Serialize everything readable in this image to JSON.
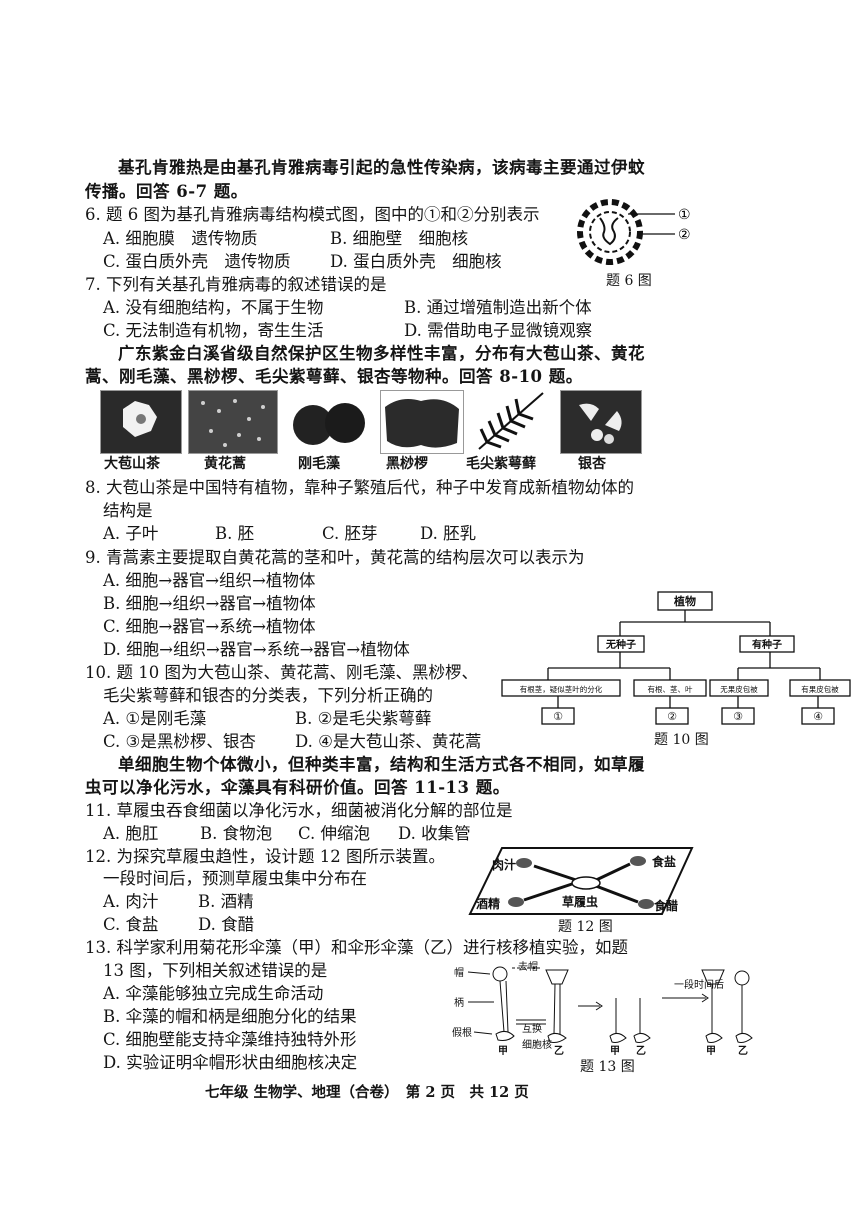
{
  "intro1": {
    "l1": "基孔肯雅热是由基孔肯雅病毒引起的急性传染病，该病毒主要通过伊蚊",
    "l2": "传播。回答 6-7 题。"
  },
  "q6": {
    "stem": "6. 题 6 图为基孔肯雅病毒结构模式图，图中的①和②分别表示",
    "options": [
      "A. 细胞膜　遗传物质",
      "B. 细胞壁　细胞核",
      "C. 蛋白质外壳　遗传物质",
      "D. 蛋白质外壳　细胞核"
    ],
    "figure": {
      "labels": [
        "①",
        "②"
      ],
      "caption": "题 6 图"
    }
  },
  "q7": {
    "stem": "7. 下列有关基孔肯雅病毒的叙述错误的是",
    "options": [
      "A. 没有细胞结构，不属于生物",
      "B. 通过增殖制造出新个体",
      "C. 无法制造有机物，寄生生活",
      "D. 需借助电子显微镜观察"
    ]
  },
  "intro2": {
    "l1": "广东紫金白溪省级自然保护区生物多样性丰富，分布有大苞山茶、黄花",
    "l2": "蒿、刚毛藻、黑桫椤、毛尖紫萼藓、银杏等物种。回答 8-10 题。"
  },
  "species": [
    "大苞山茶",
    "黄花蒿",
    "刚毛藻",
    "黑桫椤",
    "毛尖紫萼藓",
    "银杏"
  ],
  "q8": {
    "stem1": "8. 大苞山茶是中国特有植物，靠种子繁殖后代，种子中发育成新植物幼体的",
    "stem2": "结构是",
    "options": [
      "A. 子叶",
      "B. 胚",
      "C. 胚芽",
      "D. 胚乳"
    ]
  },
  "q9": {
    "stem": "9. 青蒿素主要提取自黄花蒿的茎和叶，黄花蒿的结构层次可以表示为",
    "options": [
      "A. 细胞→器官→组织→植物体",
      "B. 细胞→组织→器官→植物体",
      "C. 细胞→器官→系统→植物体",
      "D. 细胞→组织→器官→系统→器官→植物体"
    ]
  },
  "q10": {
    "stem1": "10. 题 10 图为大苞山茶、黄花蒿、刚毛藻、黑桫椤、",
    "stem2": "毛尖紫萼藓和银杏的分类表，下列分析正确的",
    "options": [
      "A. ①是刚毛藻",
      "B. ②是毛尖紫萼藓",
      "C. ③是黑桫椤、银杏",
      "D. ④是大苞山茶、黄花蒿"
    ],
    "tree": {
      "root": "植物",
      "left": "无种子",
      "right": "有种子",
      "leaves": [
        "有根茎，疑似茎叶的分化",
        "有根、茎、叶",
        "无果皮包被",
        "有果皮包被"
      ],
      "marks": [
        "①",
        "②",
        "③",
        "④"
      ]
    },
    "caption": "题 10 图"
  },
  "intro3": {
    "l1": "单细胞生物个体微小，但种类丰富，结构和生活方式各不相同，如草履",
    "l2": "虫可以净化污水，伞藻具有科研价值。回答 11-13 题。"
  },
  "q11": {
    "stem": "11. 草履虫吞食细菌以净化污水，细菌被消化分解的部位是",
    "options": [
      "A. 胞肛",
      "B. 食物泡",
      "C. 伸缩泡",
      "D. 收集管"
    ]
  },
  "q12": {
    "stem1": "12. 为探究草履虫趋性，设计题 12 图所示装置。",
    "stem2": "一段时间后，预测草履虫集中分布在",
    "options": [
      "A. 肉汁",
      "B. 酒精",
      "C. 食盐",
      "D. 食醋"
    ],
    "figure": {
      "labels": [
        "肉汁",
        "食盐",
        "酒精",
        "草履虫",
        "食醋"
      ],
      "caption": "题 12 图"
    }
  },
  "q13": {
    "stem1": "13. 科学家利用菊花形伞藻（甲）和伞形伞藻（乙）进行核移植实验，如题",
    "stem2": "13 图，下列相关叙述错误的是",
    "options": [
      "A. 伞藻能够独立完成生命活动",
      "B. 伞藻的帽和柄是细胞分化的结果",
      "C. 细胞壁能支持伞藻维持独特外形",
      "D. 实验证明伞帽形状由细胞核决定"
    ],
    "figure": {
      "labels": [
        "帽",
        "柄",
        "假根",
        "去帽",
        "互换",
        "细胞核",
        "一段时间后"
      ],
      "names": [
        "甲",
        "乙",
        "甲",
        "乙",
        "甲",
        "乙"
      ],
      "caption": "题 13 图"
    }
  },
  "footer": "七年级  生物学、地理（合卷）　第 2 页　共 12 页"
}
